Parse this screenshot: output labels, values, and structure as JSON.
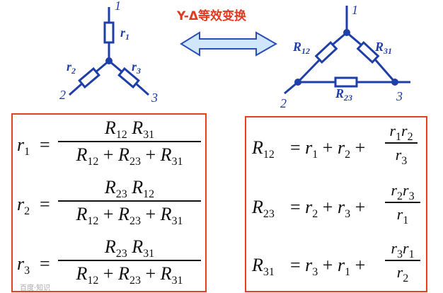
{
  "title": "Y-Δ等效变换",
  "star": {
    "node_labels": [
      "1",
      "2",
      "3"
    ],
    "resistors": [
      {
        "name": "r",
        "sub": "1"
      },
      {
        "name": "r",
        "sub": "2"
      },
      {
        "name": "r",
        "sub": "3"
      }
    ]
  },
  "delta": {
    "node_labels": [
      "1",
      "2",
      "3"
    ],
    "resistors": [
      {
        "name": "R",
        "sub": "12"
      },
      {
        "name": "R",
        "sub": "31"
      },
      {
        "name": "R",
        "sub": "23"
      }
    ]
  },
  "colors": {
    "diagram": "#1f3fa8",
    "box_border": "#e3431f",
    "title": "#e03a1e",
    "arrow_fill": "#cfe6fb"
  },
  "left_formulas": [
    {
      "lhs": "r",
      "lhs_sub": "1",
      "num": [
        [
          "R",
          "12"
        ],
        [
          "R",
          "31"
        ]
      ],
      "den": [
        [
          "R",
          "12"
        ],
        [
          "R",
          "23"
        ],
        [
          "R",
          "31"
        ]
      ]
    },
    {
      "lhs": "r",
      "lhs_sub": "2",
      "num": [
        [
          "R",
          "23"
        ],
        [
          "R",
          "12"
        ]
      ],
      "den": [
        [
          "R",
          "12"
        ],
        [
          "R",
          "23"
        ],
        [
          "R",
          "31"
        ]
      ]
    },
    {
      "lhs": "r",
      "lhs_sub": "3",
      "num": [
        [
          "R",
          "23"
        ],
        [
          "R",
          "31"
        ]
      ],
      "den": [
        [
          "R",
          "12"
        ],
        [
          "R",
          "23"
        ],
        [
          "R",
          "31"
        ]
      ]
    }
  ],
  "right_formulas": [
    {
      "lhs": "R",
      "lhs_sub": "12",
      "terms": [
        [
          "r",
          "1"
        ],
        [
          "r",
          "2"
        ]
      ],
      "num": [
        [
          "r",
          "1"
        ],
        [
          "r",
          "2"
        ]
      ],
      "den": [
        "r",
        "3"
      ]
    },
    {
      "lhs": "R",
      "lhs_sub": "23",
      "terms": [
        [
          "r",
          "2"
        ],
        [
          "r",
          "3"
        ]
      ],
      "num": [
        [
          "r",
          "2"
        ],
        [
          "r",
          "3"
        ]
      ],
      "den": [
        "r",
        "1"
      ]
    },
    {
      "lhs": "R",
      "lhs_sub": "31",
      "terms": [
        [
          "r",
          "3"
        ],
        [
          "r",
          "1"
        ]
      ],
      "num": [
        [
          "r",
          "3"
        ],
        [
          "r",
          "1"
        ]
      ],
      "den": [
        "r",
        "2"
      ]
    }
  ],
  "watermark": "百度·知识"
}
